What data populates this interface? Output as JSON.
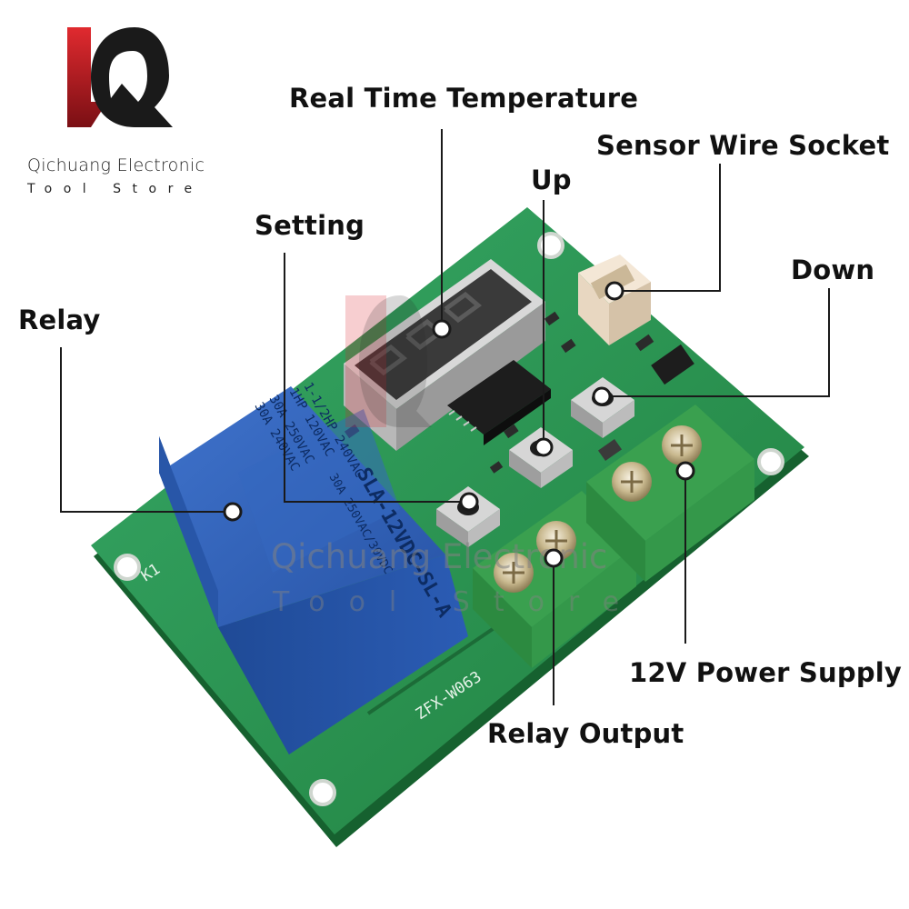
{
  "brand": {
    "name": "Qichuang Electronic",
    "tagline": "Tool Store",
    "logo_colors": {
      "red": "#d81f2a",
      "dark": "#1a1a1a"
    }
  },
  "product": {
    "silkscreen_model": "ZFX-W063",
    "silkscreen_k1": "K1",
    "relay_markings": {
      "model": "SLA-12VDC-SL-A",
      "line1": "30A 250VAC",
      "line2": "30A 240VAC",
      "line3": "1HP 120VAC",
      "line4": "1-1/2HP 240VAC",
      "line5": "30A 250VAC/30VDC"
    },
    "display_digits": "8.8.8."
  },
  "callouts": {
    "real_time_temperature": "Real Time Temperature",
    "sensor_wire_socket": "Sensor Wire Socket",
    "up": "Up",
    "setting": "Setting",
    "down": "Down",
    "relay": "Relay",
    "power_supply": "12V Power Supply",
    "relay_output": "Relay Output"
  },
  "watermark": {
    "name": "Qichuang Electronic",
    "tagline": "Tool Store"
  },
  "colors": {
    "pcb": "#2f9a5c",
    "pcb_dark": "#1f7a43",
    "relay": "#2d5fb7",
    "terminal": "#3aa04f"
  }
}
